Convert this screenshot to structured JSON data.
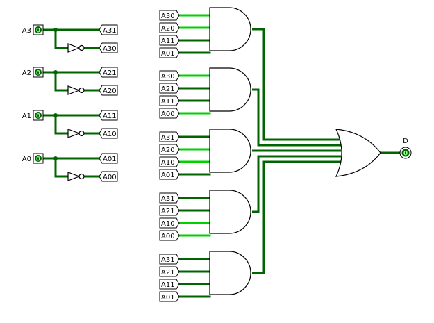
{
  "colors": {
    "wire_on": "#00d200",
    "wire_off": "#006400",
    "outline": "#000000",
    "pin_fill": "#006400",
    "pin_bit": "#8cff8c",
    "background": "#ffffff"
  },
  "inputs": [
    {
      "label": "A3",
      "value": "0",
      "direct_tunnel": "A31",
      "inverted_tunnel": "A30"
    },
    {
      "label": "A2",
      "value": "0",
      "direct_tunnel": "A21",
      "inverted_tunnel": "A20"
    },
    {
      "label": "A1",
      "value": "0",
      "direct_tunnel": "A11",
      "inverted_tunnel": "A10"
    },
    {
      "label": "A0",
      "value": "0",
      "direct_tunnel": "A01",
      "inverted_tunnel": "A00"
    }
  ],
  "and_gates": [
    {
      "inputs": [
        "A30",
        "A20",
        "A11",
        "A01"
      ]
    },
    {
      "inputs": [
        "A30",
        "A21",
        "A11",
        "A00"
      ]
    },
    {
      "inputs": [
        "A31",
        "A20",
        "A10",
        "A01"
      ]
    },
    {
      "inputs": [
        "A31",
        "A21",
        "A10",
        "A00"
      ]
    },
    {
      "inputs": [
        "A31",
        "A21",
        "A11",
        "A01"
      ]
    }
  ],
  "output": {
    "label": "D",
    "value": "0"
  }
}
